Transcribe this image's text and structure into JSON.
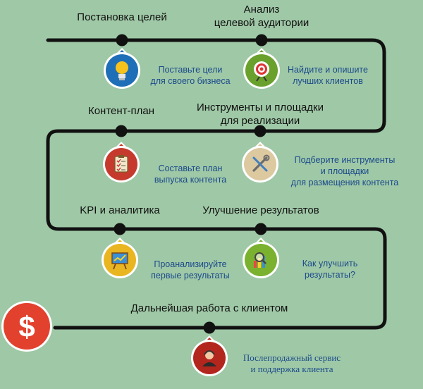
{
  "colors": {
    "background": "#9fc8a6",
    "path": "#111111",
    "drop_outline": "#ffffff",
    "description_text": "#1b4a8c",
    "dollar_circle": "#e2412e"
  },
  "steps": [
    {
      "title_lines": [
        "Постановка целей"
      ],
      "desc_lines": [
        "Поставьте цели",
        "для своего бизнеса"
      ],
      "icon": "lightbulb-icon",
      "icon_color": "#1f6fb8"
    },
    {
      "title_lines": [
        "Анализ",
        "целевой аудитории"
      ],
      "desc_lines": [
        "Найдите и опишите",
        "лучших клиентов"
      ],
      "icon": "target-icon",
      "icon_color": "#6aa02c"
    },
    {
      "title_lines": [
        "Контент-план"
      ],
      "desc_lines": [
        "Составьте план",
        "выпуска контента"
      ],
      "icon": "clipboard-checklist-icon",
      "icon_color": "#c63a2e"
    },
    {
      "title_lines": [
        "Инструменты и площадки",
        "для реализации"
      ],
      "desc_lines": [
        "Подберите инструменты",
        "и площадки",
        "для размещения контента"
      ],
      "icon": "tools-icon",
      "icon_color": "#dcc9a0"
    },
    {
      "title_lines": [
        "KPI и аналитика"
      ],
      "desc_lines": [
        "Проанализируйте",
        "первые результаты"
      ],
      "icon": "presentation-chart-icon",
      "icon_color": "#e9b521"
    },
    {
      "title_lines": [
        "Улучшение результатов"
      ],
      "desc_lines": [
        "Как улучшить",
        "результаты?"
      ],
      "icon": "magnifier-chart-icon",
      "icon_color": "#7ab12f"
    },
    {
      "title_lines": [
        "Дальнейшая работа с клиентом"
      ],
      "desc_lines": [
        "Послепродажный сервис",
        "и поддержка клиента"
      ],
      "icon": "support-agent-icon",
      "icon_color": "#b3261e"
    }
  ],
  "end_marker": {
    "symbol": "$",
    "icon": "dollar-icon"
  }
}
